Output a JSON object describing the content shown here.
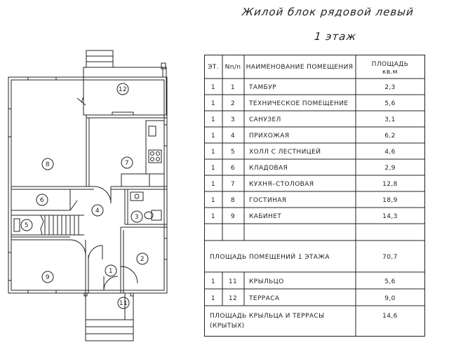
{
  "title": "Жилой блок рядовой левый",
  "subtitle": "1 этаж",
  "table": {
    "headers": {
      "floor": "ЭТ.",
      "num": "Nn/n",
      "name": "НАИМЕНОВАНИЕ ПОМЕЩЕНИЯ",
      "area_line1": "ПЛОЩАДЬ",
      "area_line2": "кв.м"
    },
    "rows": [
      {
        "floor": "1",
        "num": "1",
        "name": "ТАМБУР",
        "area": "2,3"
      },
      {
        "floor": "1",
        "num": "2",
        "name": "ТЕХНИЧЕСКОЕ ПОМЕЩЕНИЕ",
        "area": "5,6"
      },
      {
        "floor": "1",
        "num": "3",
        "name": "САНУЗЕЛ",
        "area": "3,1"
      },
      {
        "floor": "1",
        "num": "4",
        "name": "ПРИХОЖАЯ",
        "area": "6,2"
      },
      {
        "floor": "1",
        "num": "5",
        "name": "ХОЛЛ С ЛЕСТНИЦЕЙ",
        "area": "4,6"
      },
      {
        "floor": "1",
        "num": "6",
        "name": "КЛАДОВАЯ",
        "area": "2,9"
      },
      {
        "floor": "1",
        "num": "7",
        "name": "КУХНЯ–СТОЛОВАЯ",
        "area": "12,8"
      },
      {
        "floor": "1",
        "num": "8",
        "name": "ГОСТИНАЯ",
        "area": "18,9"
      },
      {
        "floor": "1",
        "num": "9",
        "name": "КАБИНЕТ",
        "area": "14,3"
      }
    ],
    "total_floor": {
      "label": "ПЛОЩАДЬ ПОМЕЩЕНИЙ 1 ЭТАЖА",
      "area": "70,7"
    },
    "rows2": [
      {
        "floor": "1",
        "num": "11",
        "name": "КРЫЛЬЦО",
        "area": "5,6"
      },
      {
        "floor": "1",
        "num": "12",
        "name": "ТЕРРАСА",
        "area": "9,0"
      }
    ],
    "total_porch": {
      "label_line1": "ПЛОЩАДЬ КРЫЛЬЦА И ТЕРРАСЫ",
      "label_line2": "(КРЫТЫХ)",
      "area": "14,6"
    }
  },
  "plan": {
    "rooms": [
      {
        "id": "1",
        "label": "1"
      },
      {
        "id": "2",
        "label": "2"
      },
      {
        "id": "3",
        "label": "3"
      },
      {
        "id": "4",
        "label": "4"
      },
      {
        "id": "5",
        "label": "5"
      },
      {
        "id": "6",
        "label": "6"
      },
      {
        "id": "7",
        "label": "7"
      },
      {
        "id": "8",
        "label": "8"
      },
      {
        "id": "9",
        "label": "9"
      },
      {
        "id": "11",
        "label": "11"
      },
      {
        "id": "12",
        "label": "12"
      }
    ]
  }
}
